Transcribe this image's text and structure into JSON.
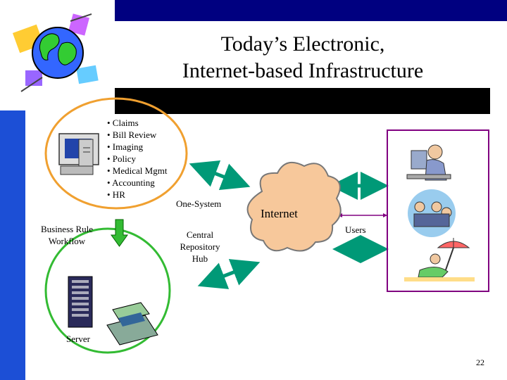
{
  "slide": {
    "title_line1": "Today’s Electronic,",
    "title_line2": "Internet-based Infrastructure",
    "page_number": "22"
  },
  "modules": [
    "• Claims",
    "• Bill Review",
    "• Imaging",
    "• Policy",
    "• Medical Mgmt",
    "• Accounting",
    "• HR"
  ],
  "labels": {
    "one_system": "One-System",
    "business_rule": "Business Rule",
    "workflow": "Workflow",
    "central": "Central",
    "repository": "Repository",
    "hub": "Hub",
    "internet": "Internet",
    "users": "Users",
    "server": "Server"
  },
  "colors": {
    "top_bar": "#000080",
    "left_bar": "#1c4fd6",
    "accent_circle": "#f0a030",
    "arrow_teal": "#009977",
    "arrow_green": "#33bb33",
    "cloud": "#f7c89b",
    "users_border": "#800080"
  }
}
